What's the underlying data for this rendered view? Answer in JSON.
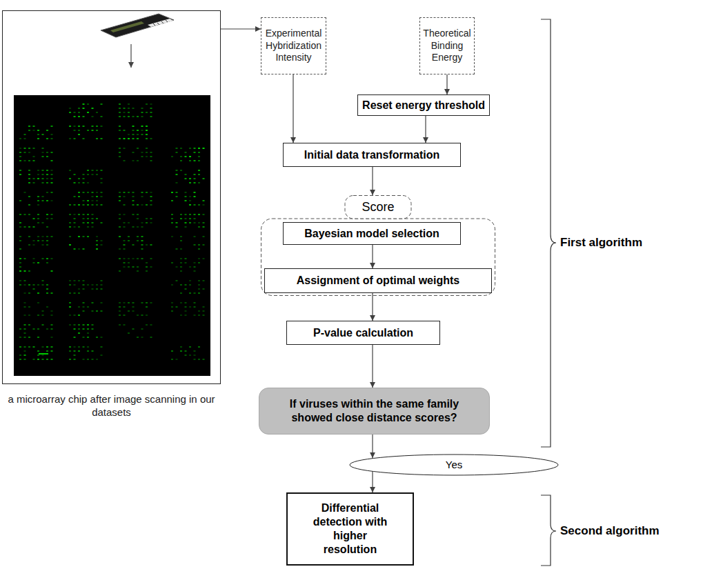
{
  "diagram": {
    "nodes": [
      {
        "text": [
          "a microarray chip after image scanning in our datasets"
        ]
      },
      {
        "text": [
          "Experimental Hybridization Intensity"
        ]
      },
      {
        "text": [
          "Theoretical Binding Energy"
        ]
      },
      {
        "text": [
          "Reset energy threshold"
        ]
      },
      {
        "text": [
          "Initial data transformation"
        ]
      },
      {
        "text": [
          "Score"
        ]
      },
      {
        "text": [
          "Bayesian model selection"
        ],
        "in": 5
      },
      {
        "text": [
          "Assignment of optimal weights"
        ],
        "in": 5
      },
      {
        "text": [
          "P-value calculation"
        ]
      },
      {
        "text": [
          "If viruses within the same family showed close distance scores?"
        ]
      },
      {
        "text": [
          "Yes"
        ]
      },
      {
        "text": [
          "Differential detection with higher resolution"
        ]
      }
    ],
    "edges": [
      {
        "from": 0,
        "to": 1,
        "arrow": "to"
      },
      {
        "from": 1,
        "to": 4,
        "arrow": "to"
      },
      {
        "from": 2,
        "to": 3,
        "arrow": "to"
      },
      {
        "from": 3,
        "to": 4,
        "arrow": "to"
      },
      {
        "from": 4,
        "to": 5,
        "arrow": "to"
      },
      {
        "from": 6,
        "to": 7,
        "arrow": "to"
      },
      {
        "from": 7,
        "to": 8,
        "arrow": "to"
      },
      {
        "from": 8,
        "to": 9,
        "arrow": "to"
      },
      {
        "from": 9,
        "to": 10,
        "arrow": "to"
      },
      {
        "from": 10,
        "to": 11,
        "arrow": "to"
      }
    ],
    "labels": [
      "First algorithm",
      "Second algorithm"
    ]
  }
}
